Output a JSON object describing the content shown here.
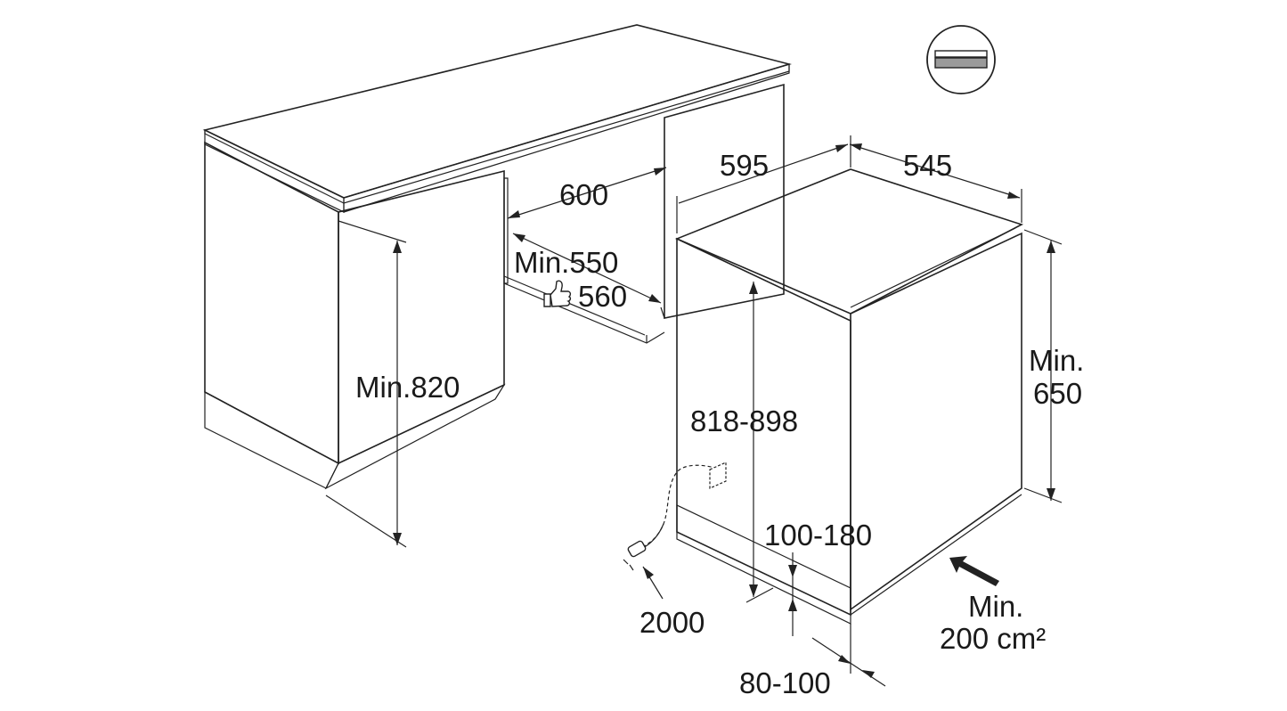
{
  "symbol": {
    "icon": "built-under-appliance-icon"
  },
  "labels": {
    "cabinet_width": "600",
    "depth_min": "Min.550",
    "depth_recommended": "560",
    "recommended_icon": "thumbs-up-icon",
    "height_min": "Min.820",
    "appliance_width": "595",
    "appliance_depth": "545",
    "appliance_height": "818-898",
    "plinth_height": "100-180",
    "plinth_depth": "80-100",
    "cable_length": "2000",
    "door_height_min": "Min.",
    "door_height_value": "650",
    "vent_min": "Min.",
    "vent_area": "200 cm²"
  },
  "colors": {
    "countertop_top": "#adadad",
    "countertop_front": "#8a8a8a",
    "panel": "#ffffff",
    "line": "#222222"
  }
}
